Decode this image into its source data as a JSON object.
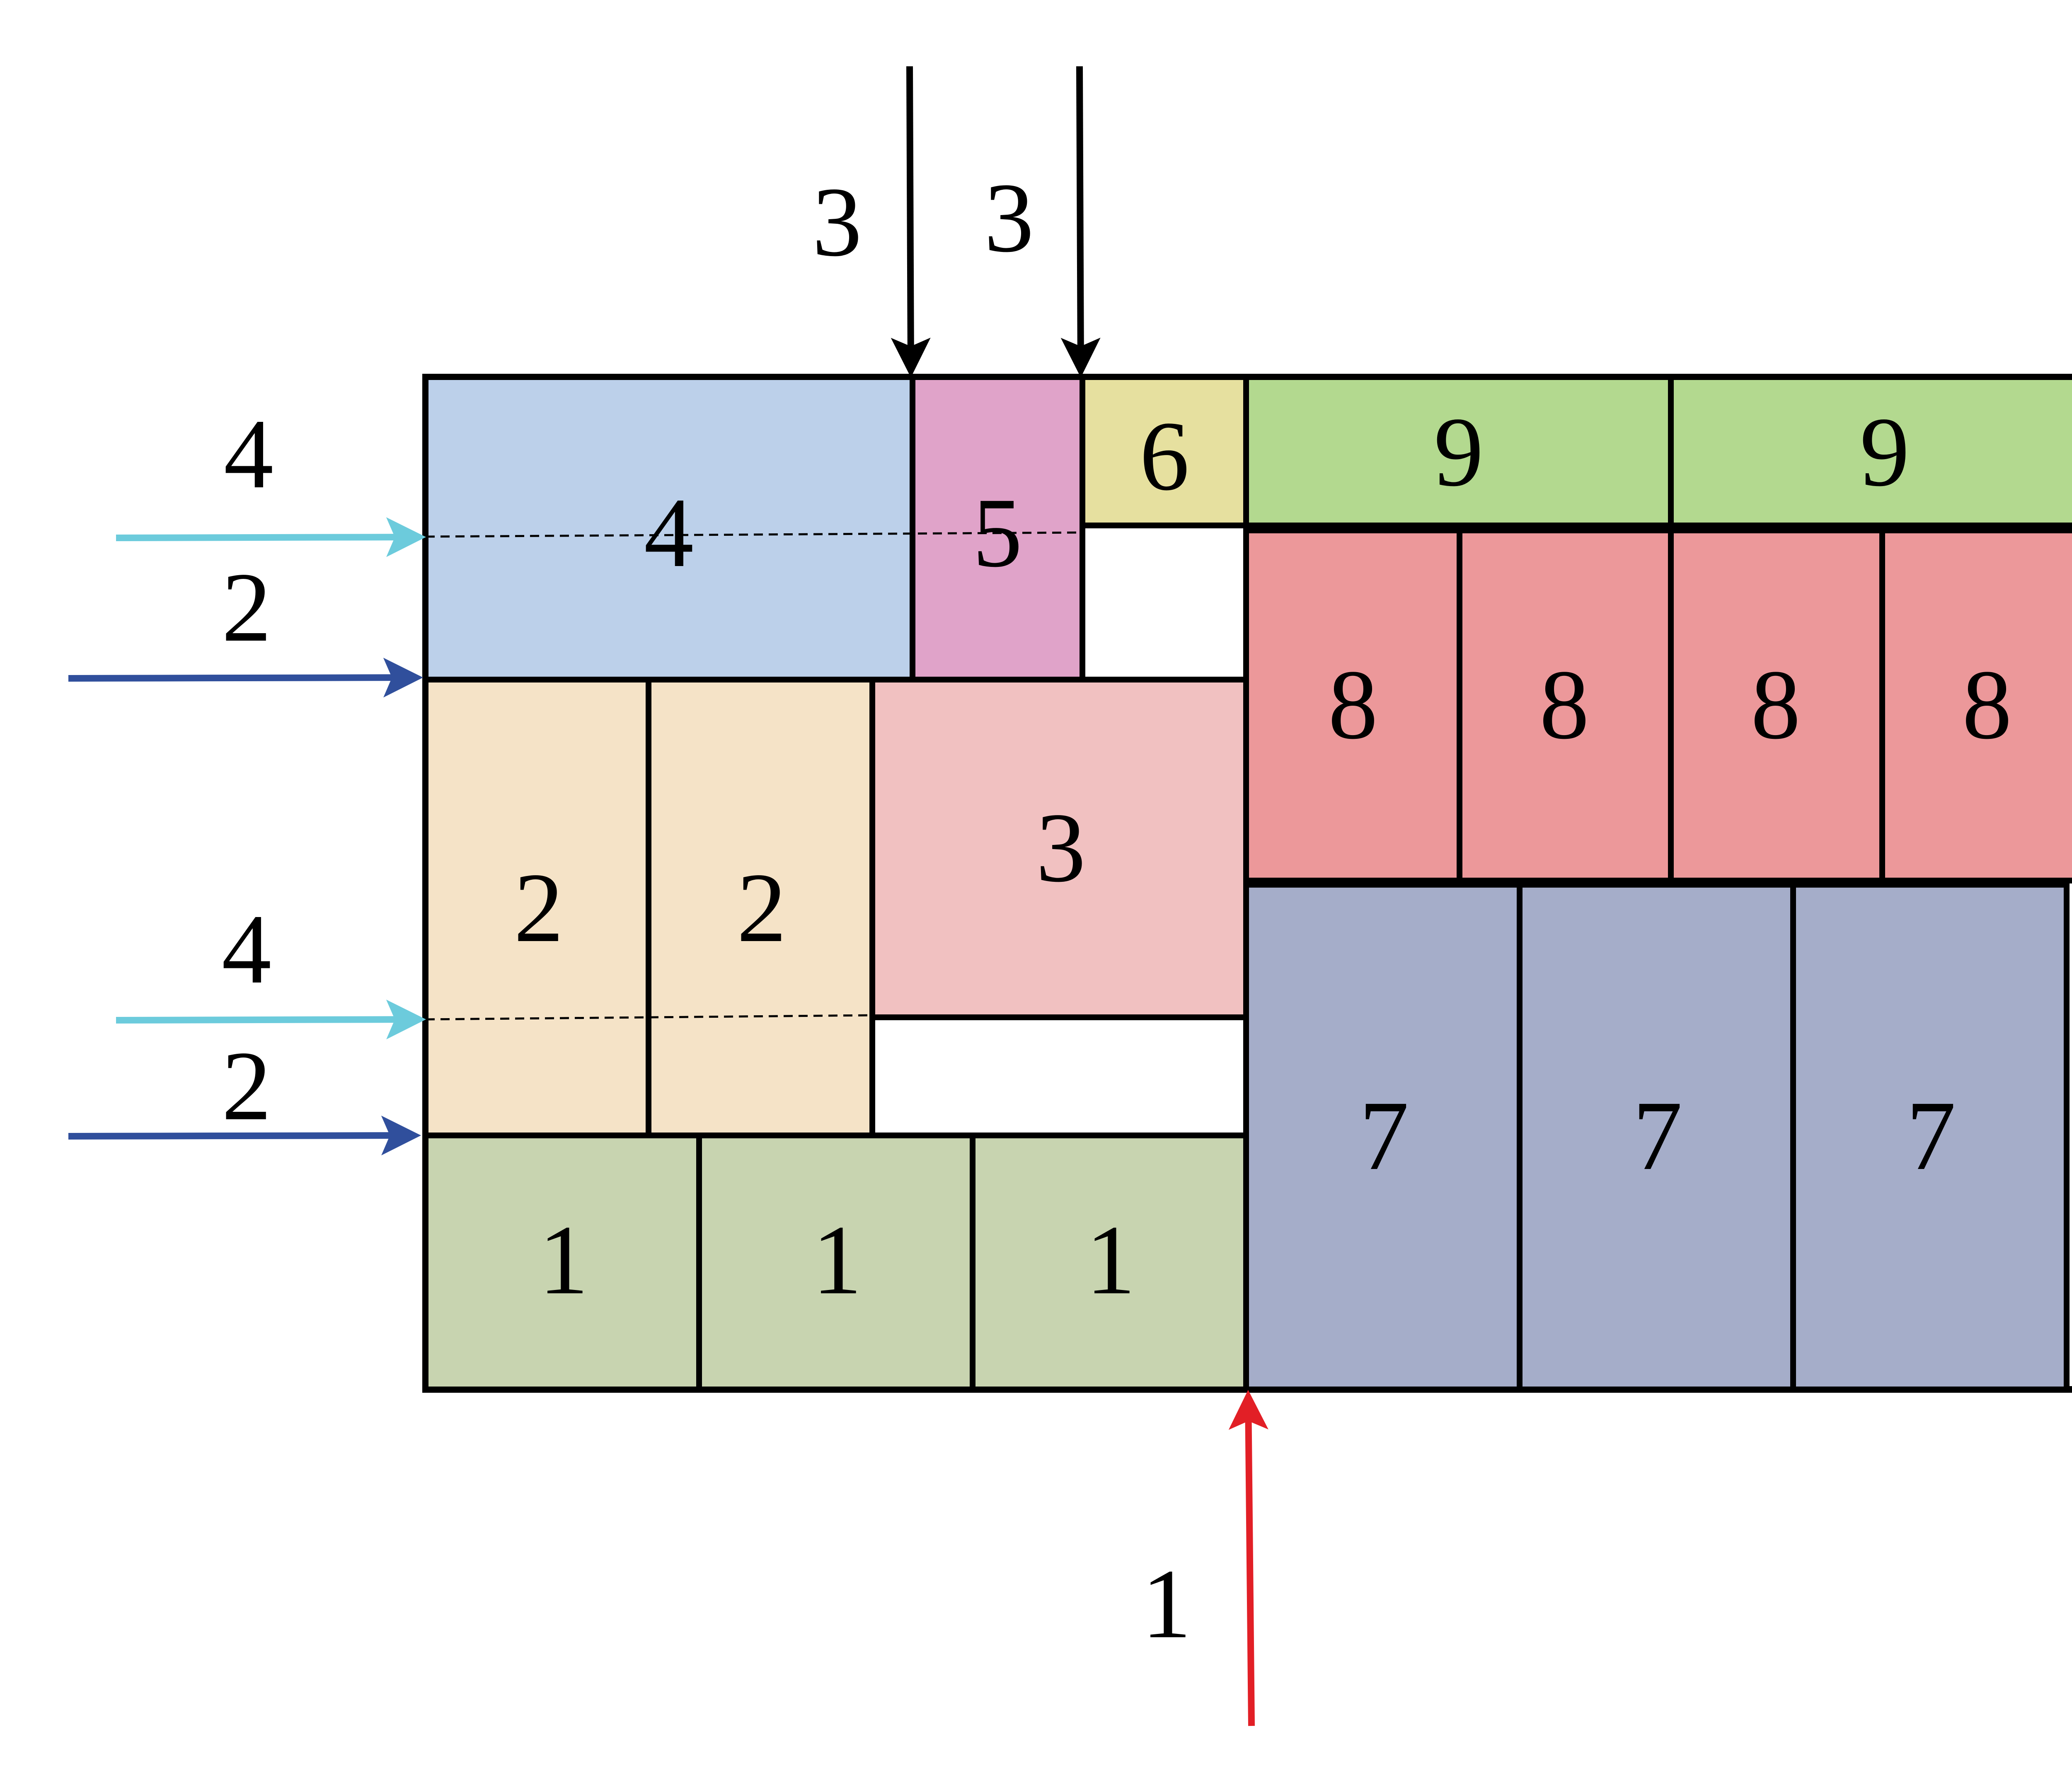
{
  "colors": {
    "b1": "#c8d4b0",
    "b2": "#f5e3c7",
    "b3": "#f1c1c1",
    "b4": "#bcd0ea",
    "b5": "#e0a3c9",
    "b6": "#e6e09f",
    "b7": "#a5adc9",
    "b8": "#ec989a",
    "b9": "#b3d98f",
    "arrow_black": "#000000",
    "arrow_cyan": "#6ccbdc",
    "arrow_blue": "#304f9c",
    "arrow_red": "#e21f26"
  },
  "blocks": {
    "b1": [
      "1",
      "1",
      "1"
    ],
    "b2": [
      "2",
      "2"
    ],
    "b3": "3",
    "b4": "4",
    "b5": "5",
    "b6": "6",
    "b7": [
      "7",
      "7",
      "7"
    ],
    "b8": [
      "8",
      "8",
      "8",
      "8"
    ],
    "b9": [
      "9",
      "9"
    ]
  },
  "arrows": {
    "top_left": "3",
    "top_right": "3",
    "left_upper_cyan": "4",
    "left_upper_blue": "2",
    "left_lower_cyan": "4",
    "left_lower_blue": "2",
    "bottom": "1"
  }
}
